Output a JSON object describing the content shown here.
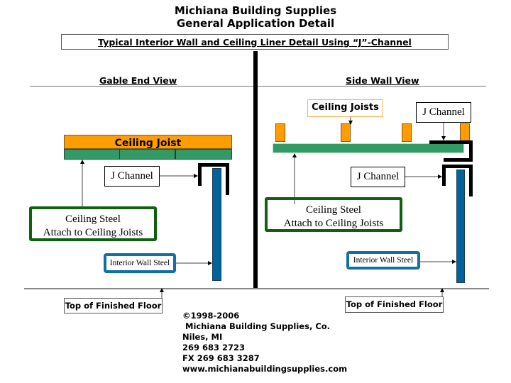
{
  "header": {
    "company": "Michiana Building Supplies",
    "doc_type": "General Application Detail",
    "subtitle": "Typical Interior Wall and Ceiling Liner Detail Using “J”-Channel"
  },
  "gable_end_view": {
    "title": "Gable End View",
    "ceiling_joist_label": "Ceiling Joist",
    "j_channel_label": "J Channel",
    "ceiling_steel_label_line1": "Ceiling Steel",
    "ceiling_steel_label_line2": "Attach to Ceiling Joists",
    "interior_wall_steel_label": "Interior Wall Steel",
    "floor_label": "Top of Finished Floor"
  },
  "side_wall_view": {
    "title": "Side Wall View",
    "ceiling_joists_label": "Ceiling Joists",
    "j_channel_top_label": "J Channel",
    "j_channel_label": "J Channel",
    "ceiling_steel_label_line1": "Ceiling Steel",
    "ceiling_steel_label_line2": "Attach to Ceiling Joists",
    "interior_wall_steel_label": "Interior Wall Steel",
    "floor_label": "Top of Finished Floor"
  },
  "footer": {
    "copyright": "©1998-2006",
    "company": " Michiana Building Supplies, Co.",
    "city": "Niles, MI",
    "phone": "269 683 2723",
    "fax": "FX 269 683 3287",
    "website": "www.michianabuildingsupplies.com"
  },
  "colors": {
    "joist_orange": "#ff9c00",
    "ceiling_steel_green": "#339966",
    "wall_steel_blue": "#00639b",
    "label_green_border": "#106010",
    "label_blue_border": "#106fa6"
  }
}
